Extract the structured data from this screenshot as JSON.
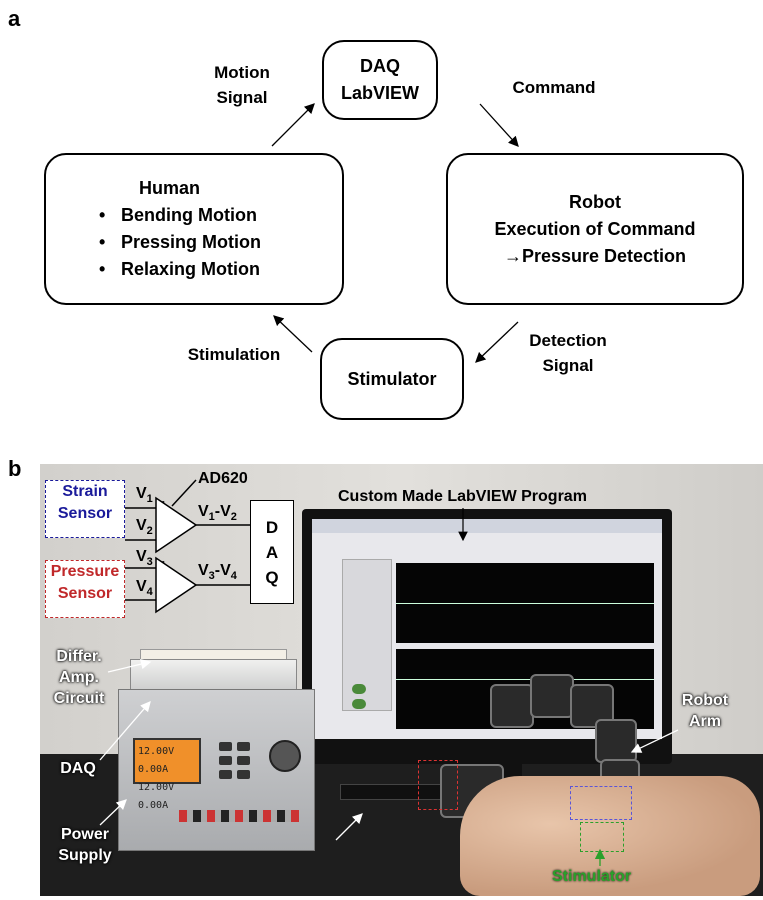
{
  "panel_a": {
    "letter": "a",
    "daq_box": {
      "line1": "DAQ",
      "line2": "LabVIEW"
    },
    "human_box": {
      "title": "Human",
      "items": [
        "Bending Motion",
        "Pressing Motion",
        "Relaxing Motion"
      ]
    },
    "robot_box": {
      "line1": "Robot",
      "line2": "Execution of Command",
      "line3": "→Pressure Detection"
    },
    "stimulator_box": {
      "label": "Stimulator"
    },
    "flow_labels": {
      "motion_signal": {
        "line1": "Motion",
        "line2": "Signal"
      },
      "command": "Command",
      "detection_signal": {
        "line1": "Detection",
        "line2": "Signal"
      },
      "stimulation": "Stimulation"
    }
  },
  "panel_b": {
    "letter": "b",
    "program_label": "Custom Made LabVIEW Program",
    "amp_label": "AD620",
    "strain_sensor": {
      "line1": "Strain",
      "line2": "Sensor"
    },
    "pressure_sensor": {
      "line1": "Pressure",
      "line2": "Sensor"
    },
    "daq_block": {
      "line1": "D",
      "line2": "A",
      "line3": "Q"
    },
    "signals": {
      "v1": "V",
      "v1_sub": "1",
      "v2": "V",
      "v2_sub": "2",
      "v3": "V",
      "v3_sub": "3",
      "v4": "V",
      "v4_sub": "4",
      "diff12": {
        "a": "V",
        "a_sub": "1",
        "sep": "-V",
        "b_sub": "2"
      },
      "diff34": {
        "a": "V",
        "a_sub": "3",
        "sep": "-V",
        "b_sub": "4"
      },
      "plus": "+",
      "minus": "-"
    },
    "labels": {
      "amp_circuit": {
        "line1": "Differ.",
        "line2": "Amp.",
        "line3": "Circuit"
      },
      "daq": "DAQ",
      "power_supply": {
        "line1": "Power",
        "line2": "Supply"
      },
      "robot_arm": {
        "line1": "Robot",
        "line2": "Arm"
      },
      "stimulator": "Stimulator"
    },
    "psu_readout": {
      "line1": "12.00V 0.00A",
      "line2": "12.00V 0.00A"
    },
    "colors": {
      "strain": "#1a1a9a",
      "pressure": "#c0282a",
      "stimulator": "#2aa02a",
      "robot_box": "#5a55d8",
      "sensor_box_red": "#c0282a"
    }
  }
}
